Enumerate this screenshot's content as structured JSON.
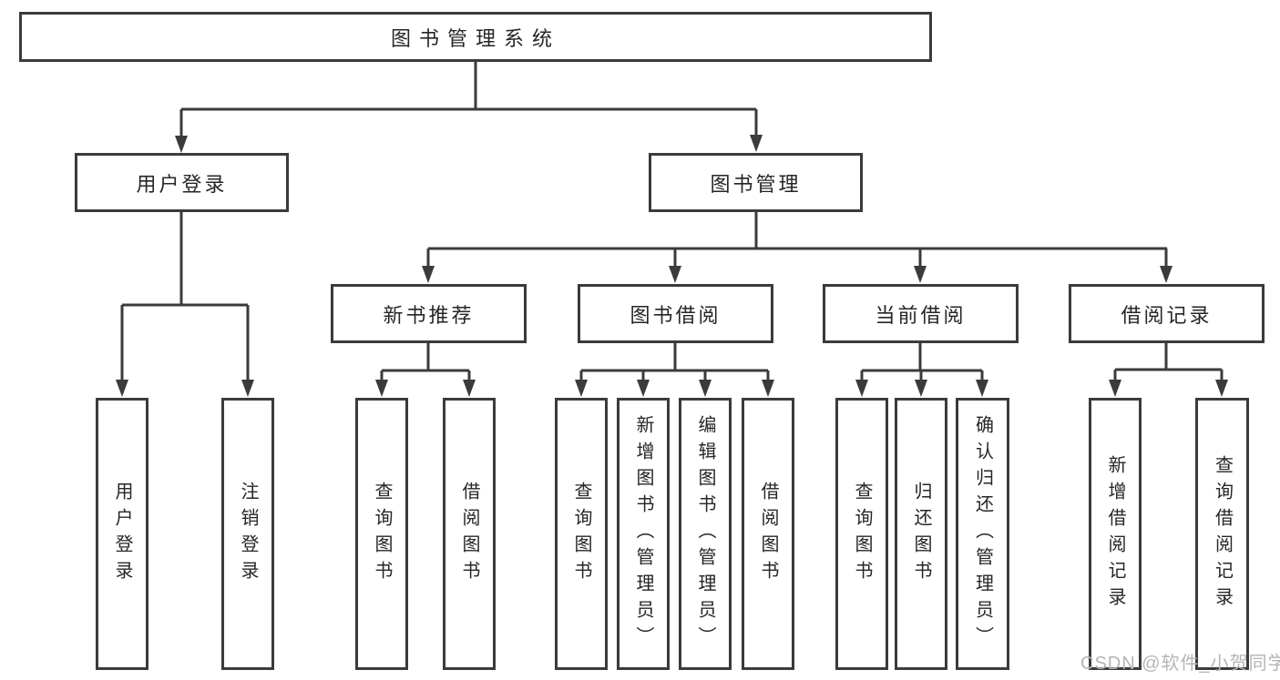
{
  "tree": {
    "root": {
      "label": "图书管理系统"
    },
    "branches": [
      {
        "label": "用户登录",
        "children": [
          {
            "label": "用户登录"
          },
          {
            "label": "注销登录"
          }
        ]
      },
      {
        "label": "图书管理",
        "children": [
          {
            "label": "新书推荐",
            "children": [
              {
                "label": "查询图书"
              },
              {
                "label": "借阅图书"
              }
            ]
          },
          {
            "label": "图书借阅",
            "children": [
              {
                "label": "查询图书"
              },
              {
                "label": "新增图书（管理员）"
              },
              {
                "label": "编辑图书（管理员）"
              },
              {
                "label": "借阅图书"
              }
            ]
          },
          {
            "label": "当前借阅",
            "children": [
              {
                "label": "查询图书"
              },
              {
                "label": "归还图书"
              },
              {
                "label": "确认归还（管理员）"
              }
            ]
          },
          {
            "label": "借阅记录",
            "children": [
              {
                "label": "新增借阅记录"
              },
              {
                "label": "查询借阅记录"
              }
            ]
          }
        ]
      }
    ]
  },
  "watermark": {
    "text": "CSDN @软件_小贺同学"
  },
  "colors": {
    "line": "#3b3b3b",
    "text": "#262626",
    "watermark": "#b5b5b5",
    "background": "#ffffff"
  }
}
